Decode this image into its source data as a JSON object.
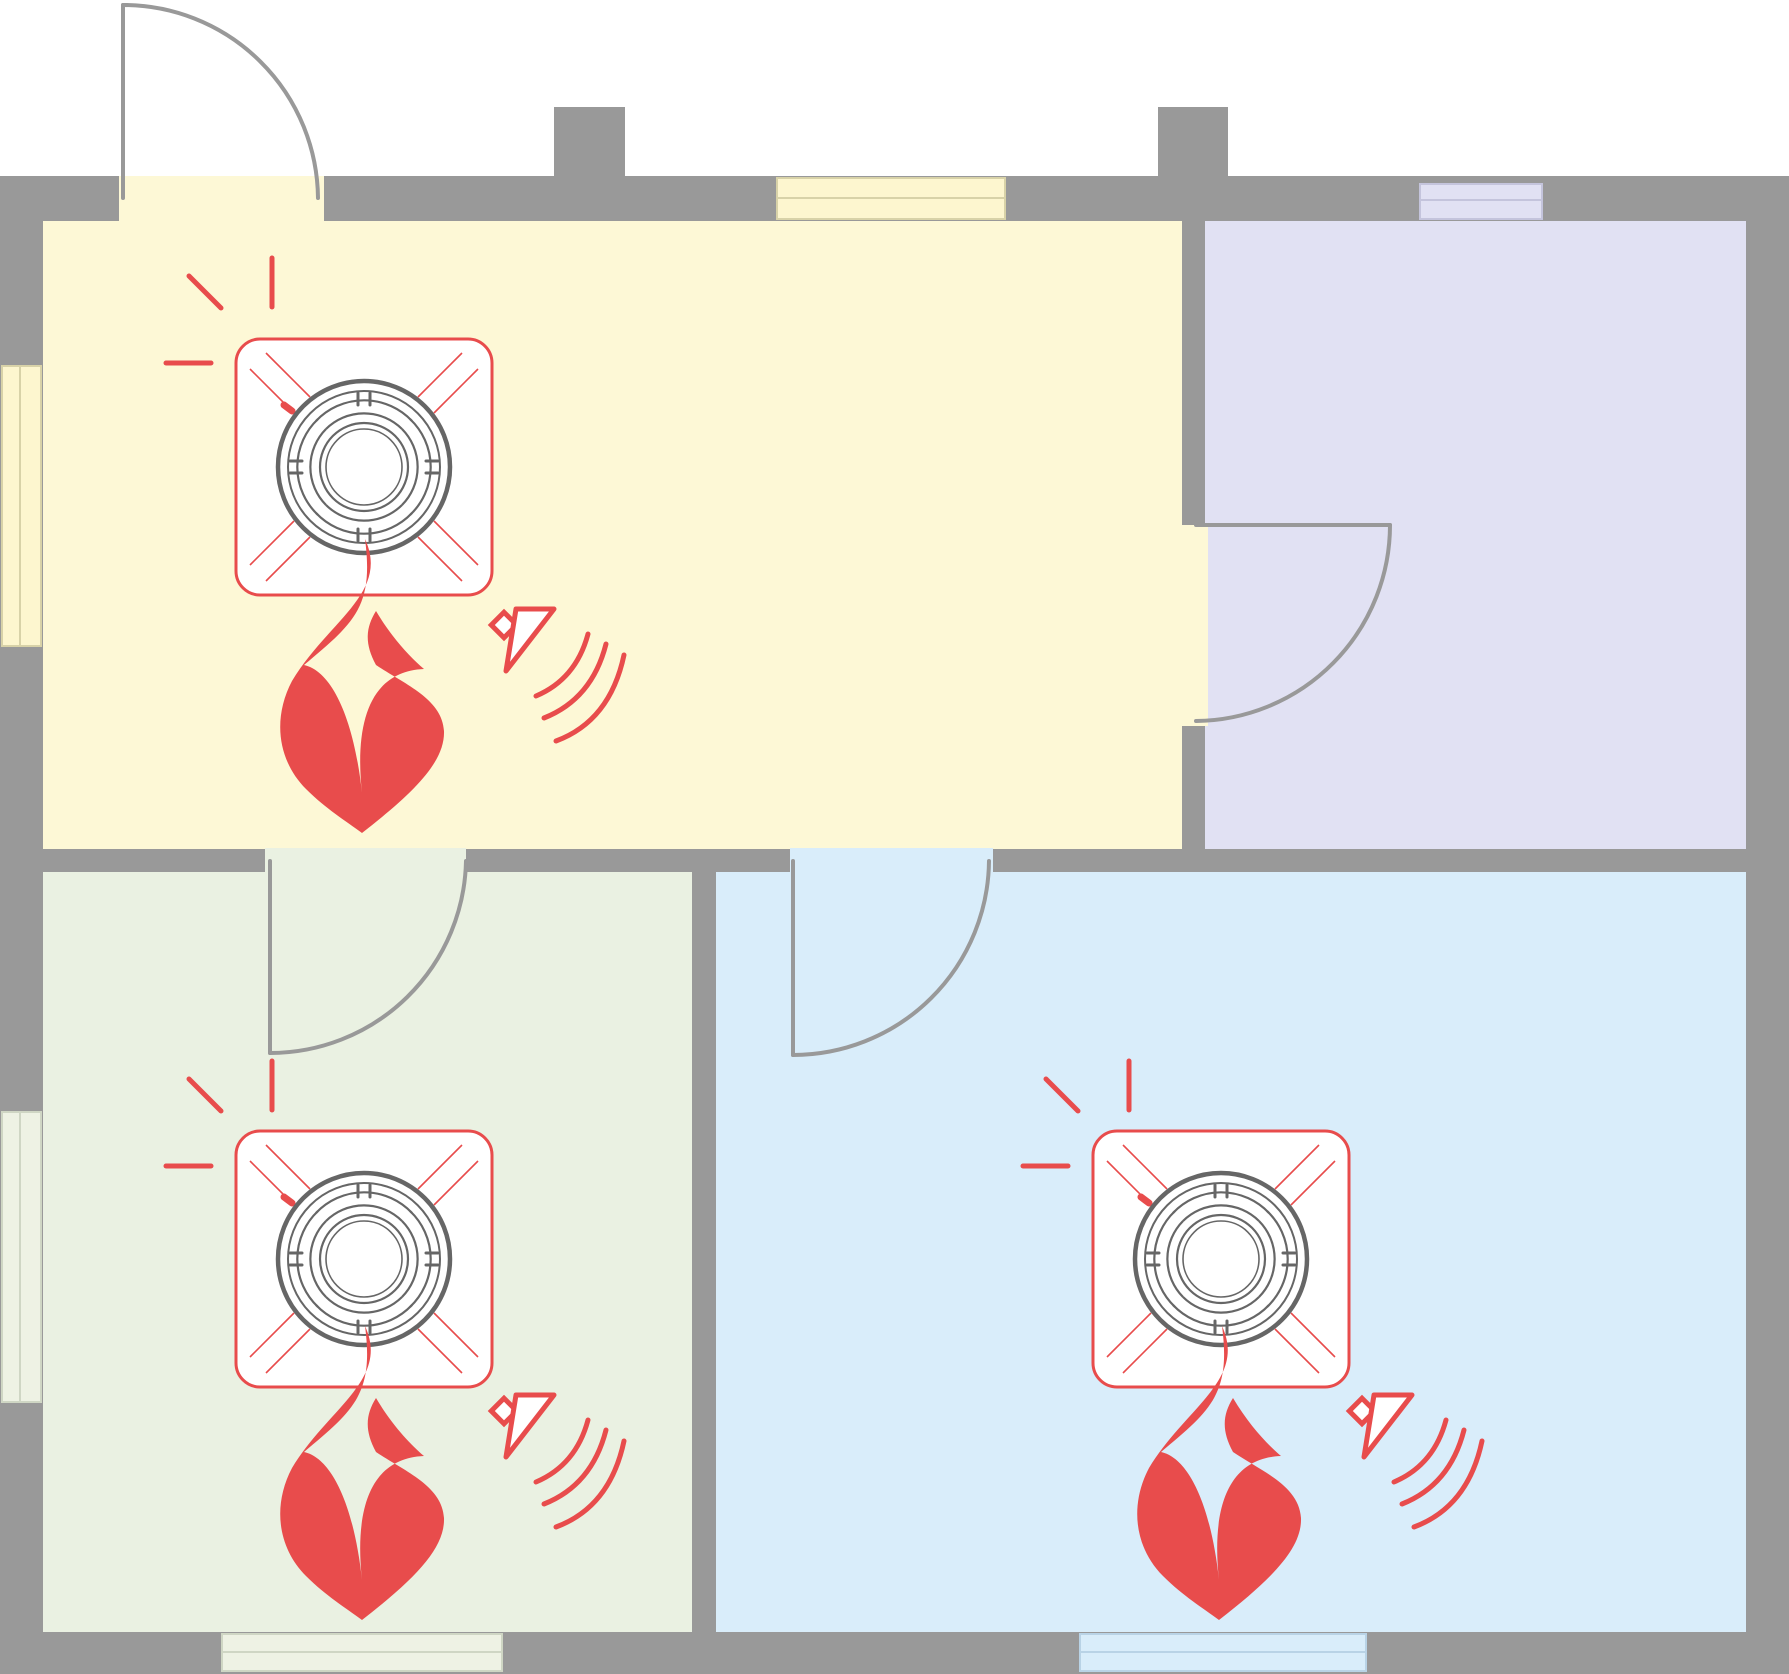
{
  "colors": {
    "wall": "#999999",
    "door": "#999999",
    "alarm": "#e84c4c",
    "detector_body": "#ffffff",
    "detector_ring": "#666666",
    "background": "#ffffff"
  },
  "rooms": [
    {
      "id": "room-top-left",
      "fill": "#fdf8d6",
      "window_fill": "#fdf6cf",
      "has_detector": true
    },
    {
      "id": "room-top-right",
      "fill": "#e1e1f3",
      "window_fill": "#e1e1f3",
      "has_detector": false
    },
    {
      "id": "room-bottom-left",
      "fill": "#eaf1e2",
      "window_fill": "#eef2e4",
      "has_detector": true
    },
    {
      "id": "room-bottom-right",
      "fill": "#d9edfa",
      "window_fill": "#d9edfa",
      "has_detector": true
    }
  ],
  "icons": {
    "detector": "smoke-detector-icon",
    "flame": "flame-icon",
    "siren": "siren-speaker-icon",
    "flash": "alarm-flash-icon"
  }
}
